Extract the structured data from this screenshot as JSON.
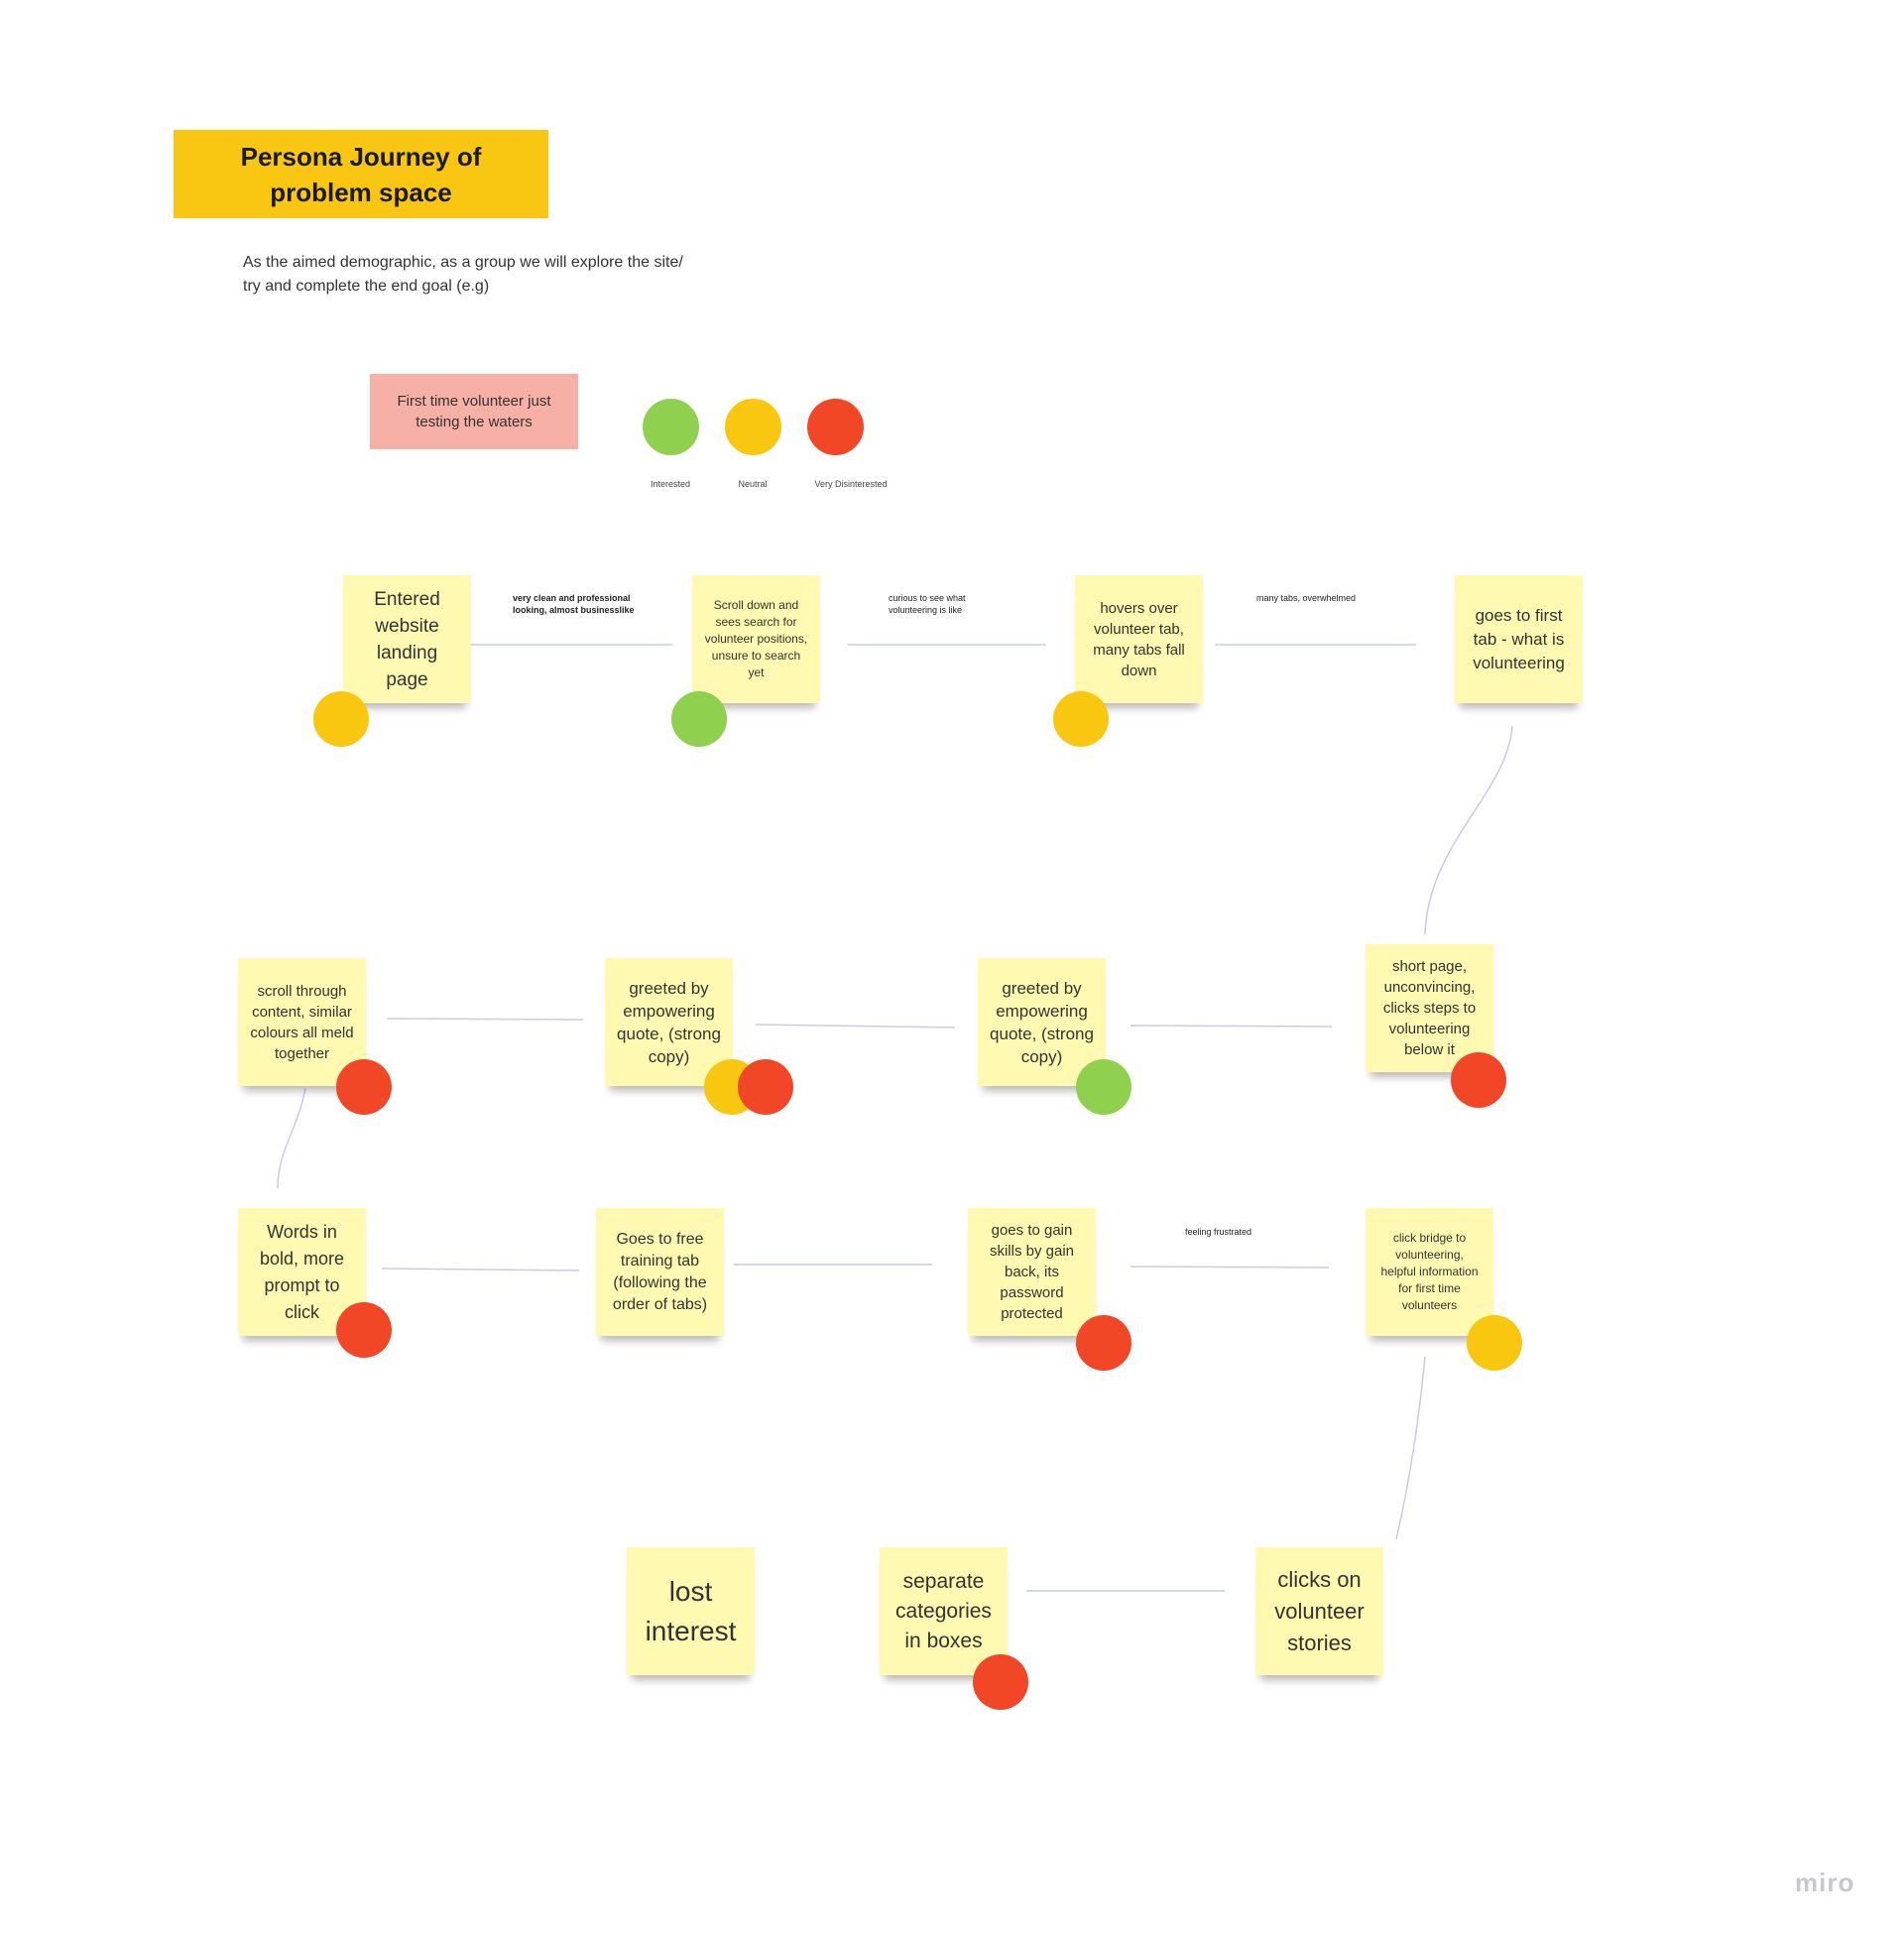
{
  "board": {
    "title": "Persona Journey of problem space",
    "intro": "As the aimed demographic, as a group we will explore the site/ try and complete the end goal (e.g)",
    "persona": "First time volunteer just testing the waters",
    "brand": "miro"
  },
  "legend": [
    {
      "label": "Interested",
      "color": "#8fd14f"
    },
    {
      "label": "Neutral",
      "color": "#fac710"
    },
    {
      "label": "Very Disinterested",
      "color": "#f24726"
    }
  ],
  "steps": [
    {
      "text": "Entered website landing page",
      "rating": "Neutral"
    },
    {
      "text": "Scroll down and sees search for volunteer positions, unsure to search yet",
      "rating": "Interested"
    },
    {
      "text": "hovers over volunteer tab, many tabs fall down",
      "rating": "Neutral"
    },
    {
      "text": "goes to first tab - what is volunteering",
      "rating": ""
    },
    {
      "text": "short page, unconvincing, clicks steps to volunteering below it",
      "rating": "Very Disinterested"
    },
    {
      "text": "greeted by empowering quote, (strong copy)",
      "rating": "Interested"
    },
    {
      "text": "greeted by empowering quote, (strong copy)",
      "rating": "Neutral / Very Disinterested"
    },
    {
      "text": "scroll through content, similar colours all meld together",
      "rating": "Very Disinterested"
    },
    {
      "text": "Words in bold, more prompt to click",
      "rating": "Very Disinterested"
    },
    {
      "text": "Goes to free training tab (following the order of tabs)",
      "rating": ""
    },
    {
      "text": "goes to gain skills by gain back, its password protected",
      "rating": "Very Disinterested"
    },
    {
      "text": "click bridge to volunteering, helpful information for first time volunteers",
      "rating": "Neutral"
    },
    {
      "text": "clicks on volunteer stories",
      "rating": ""
    },
    {
      "text": "separate categories in boxes",
      "rating": "Very Disinterested"
    },
    {
      "text": "lost interest",
      "rating": ""
    }
  ],
  "connector_labels": [
    "very clean and professional looking, almost businesslike",
    "curious to see what volunteering is like",
    "many tabs, overwhelmed",
    "feeling frustrated"
  ]
}
